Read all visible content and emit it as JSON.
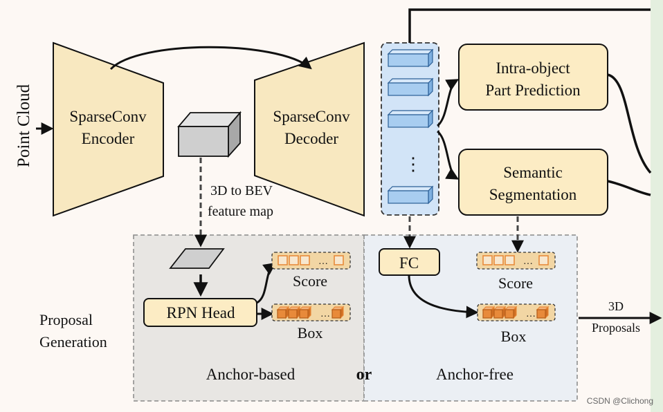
{
  "input_label": "Point Cloud",
  "encoder": {
    "line1": "SparseConv",
    "line2": "Encoder"
  },
  "decoder": {
    "line1": "SparseConv",
    "line2": "Decoder"
  },
  "bev": {
    "line1": "3D to BEV",
    "line2": "feature map"
  },
  "part_prediction": {
    "line1": "Intra-object",
    "line2": "Part Prediction"
  },
  "semantic_seg": {
    "line1": "Semantic",
    "line2": "Segmentation"
  },
  "rpn_head": "RPN Head",
  "fc": "FC",
  "score_label": "Score",
  "box_label": "Box",
  "ellipsis": "…",
  "vertical_ellipsis": "⋮",
  "proposal_generation": {
    "line1": "Proposal",
    "line2": "Generation"
  },
  "anchor_based": "Anchor-based",
  "or": "or",
  "anchor_free": "Anchor-free",
  "output": {
    "line1": "3D",
    "line2": "Proposals"
  },
  "watermark": "CSDN @Clichong",
  "colors": {
    "box_fill": "#fcecc4",
    "box_stroke": "#111111",
    "trapezoid_fill": "#f8e8c0",
    "score_box_fill": "#f2d6a4",
    "score_cell": "#e88a3a",
    "feature_fill": "#a8cdf0",
    "feature_column_bg": "#d2e4f7",
    "anchor_based_bg": "#e8e6e3",
    "anchor_free_bg": "#ebeff4",
    "cube_fill": "#cfcfcf",
    "green_strip": "#e4efdf"
  }
}
